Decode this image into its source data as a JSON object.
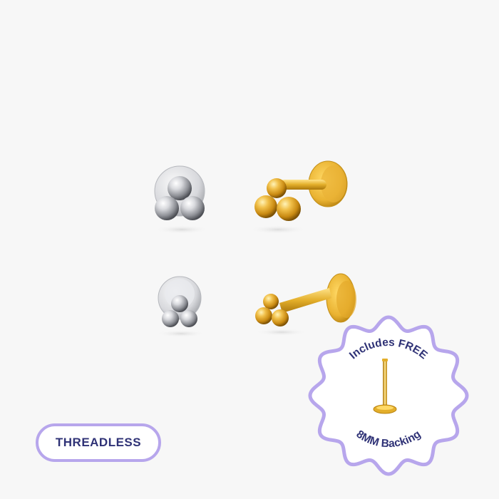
{
  "tag": {
    "label": "THREADLESS"
  },
  "badge": {
    "top_text": "Includes FREE",
    "bottom_text": "8MM Backing"
  },
  "products": [
    {
      "name": "silver-cluster-stud-front",
      "metal": "silver"
    },
    {
      "name": "gold-cluster-stud-side",
      "metal": "gold"
    },
    {
      "name": "silver-cluster-stud-front-small",
      "metal": "silver"
    },
    {
      "name": "gold-cluster-stud-side-small",
      "metal": "gold"
    }
  ],
  "colors": {
    "background": "#f7f7f7",
    "accent_lavender": "#b7a6ec",
    "text_navy": "#2f3276",
    "gold": "#e3ae2a",
    "silver": "#c9cace"
  }
}
